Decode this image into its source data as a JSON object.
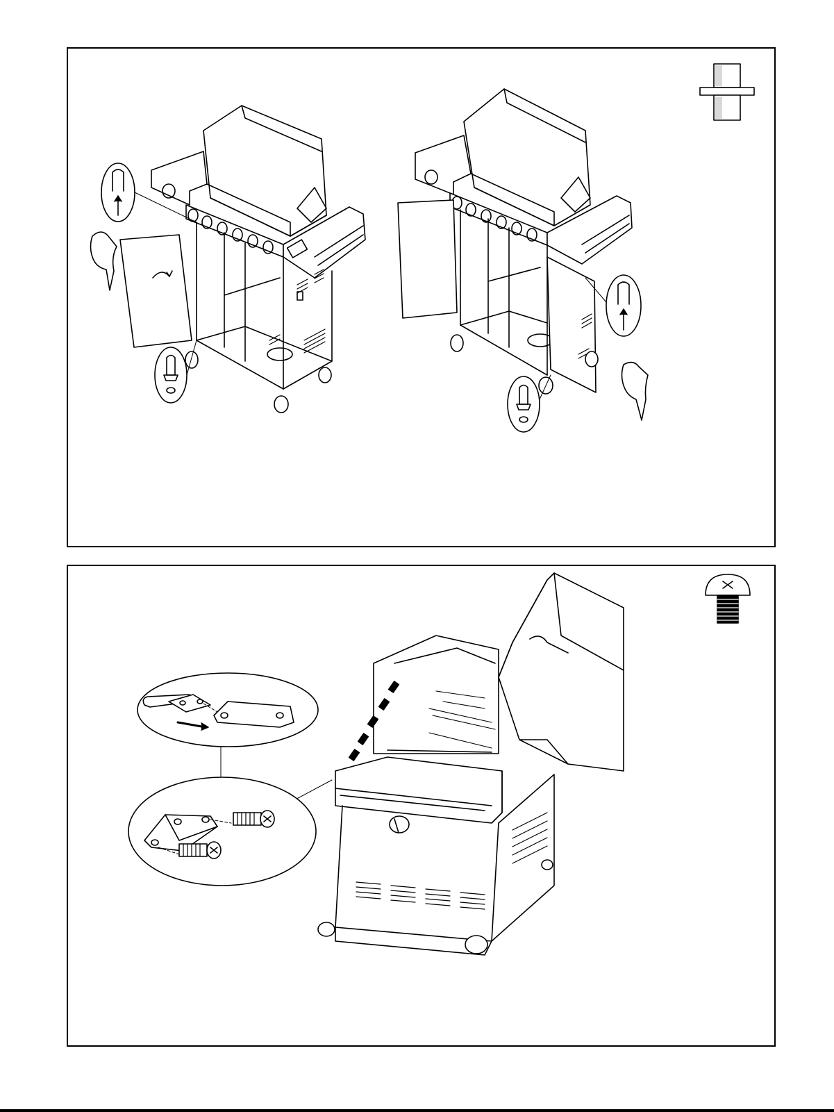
{
  "document": {
    "type": "assembly-instructions",
    "steps": [
      {
        "panel": 1,
        "hardware_icon": "hinge-pin-icon",
        "views": [
          "left-door-install",
          "right-door-install"
        ]
      },
      {
        "panel": 2,
        "hardware_icon": "screw-icon",
        "views": [
          "side-shelf-install"
        ]
      }
    ]
  },
  "colors": {
    "ink": "#000000",
    "paper": "#ffffff",
    "shade": "#d9d9d9"
  }
}
